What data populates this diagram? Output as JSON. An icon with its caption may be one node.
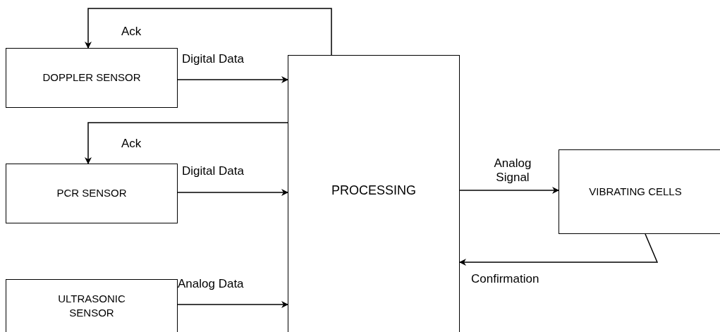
{
  "diagram": {
    "nodes": [
      {
        "text": [
          "DOPPLER SENSOR"
        ]
      },
      {
        "text": [
          "PCR SENSOR"
        ]
      },
      {
        "text": [
          "ULTRASONIC SENSOR"
        ]
      },
      {
        "text": [
          "PROCESSING"
        ]
      },
      {
        "text": [
          "VIBRATING CELLS"
        ]
      }
    ],
    "edges": [
      {
        "from": 0,
        "to": 3,
        "arrow": "to",
        "label": "Digital Data"
      },
      {
        "from": 3,
        "to": 0,
        "arrow": "to",
        "label": "Ack"
      },
      {
        "from": 1,
        "to": 3,
        "arrow": "to",
        "label": "Digital Data"
      },
      {
        "from": 3,
        "to": 1,
        "arrow": "to",
        "label": "Ack"
      },
      {
        "from": 2,
        "to": 3,
        "arrow": "to",
        "label": "Analog Data"
      },
      {
        "from": 3,
        "to": 4,
        "arrow": "to",
        "label": "Analog Signal"
      },
      {
        "from": 4,
        "to": 3,
        "arrow": "to",
        "label": "Confirmation"
      }
    ]
  }
}
